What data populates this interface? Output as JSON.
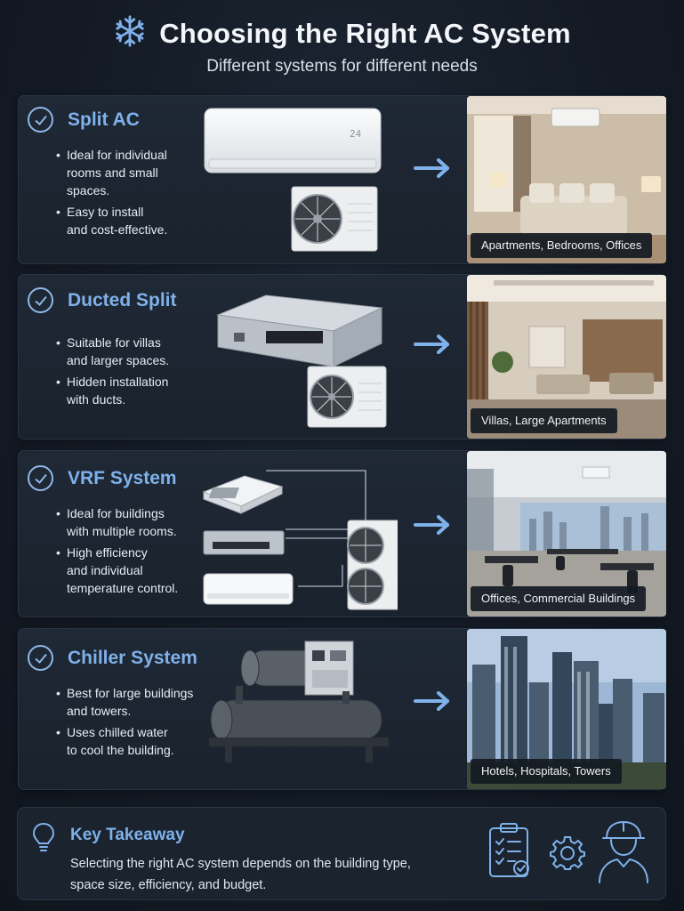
{
  "header": {
    "title": "Choosing the Right AC System",
    "subtitle": "Different systems for different needs"
  },
  "systems": [
    {
      "title": "Split AC",
      "bullets": [
        "Ideal for individual\nrooms and small\nspaces.",
        "Easy to install\nand cost-effective."
      ],
      "display_text": "24",
      "caption": "Apartments, Bedrooms, Offices"
    },
    {
      "title": "Ducted Split",
      "bullets": [
        "Suitable for villas\nand larger spaces.",
        "Hidden installation\nwith ducts."
      ],
      "caption": "Villas, Large Apartments"
    },
    {
      "title": "VRF System",
      "bullets": [
        "Ideal for buildings\nwith multiple rooms.",
        "High efficiency\nand individual\ntemperature control."
      ],
      "caption": "Offices, Commercial Buildings"
    },
    {
      "title": "Chiller System",
      "bullets": [
        "Best for large buildings\nand towers.",
        "Uses chilled water\nto cool the building."
      ],
      "caption": "Hotels, Hospitals, Towers"
    }
  ],
  "takeaway": {
    "title": "Key Takeaway",
    "text": "Selecting the right AC system depends on the building type, space size, efficiency, and budget."
  },
  "colors": {
    "accent": "#7fb1ea",
    "background": "#161d27",
    "card": "#1e2733"
  }
}
